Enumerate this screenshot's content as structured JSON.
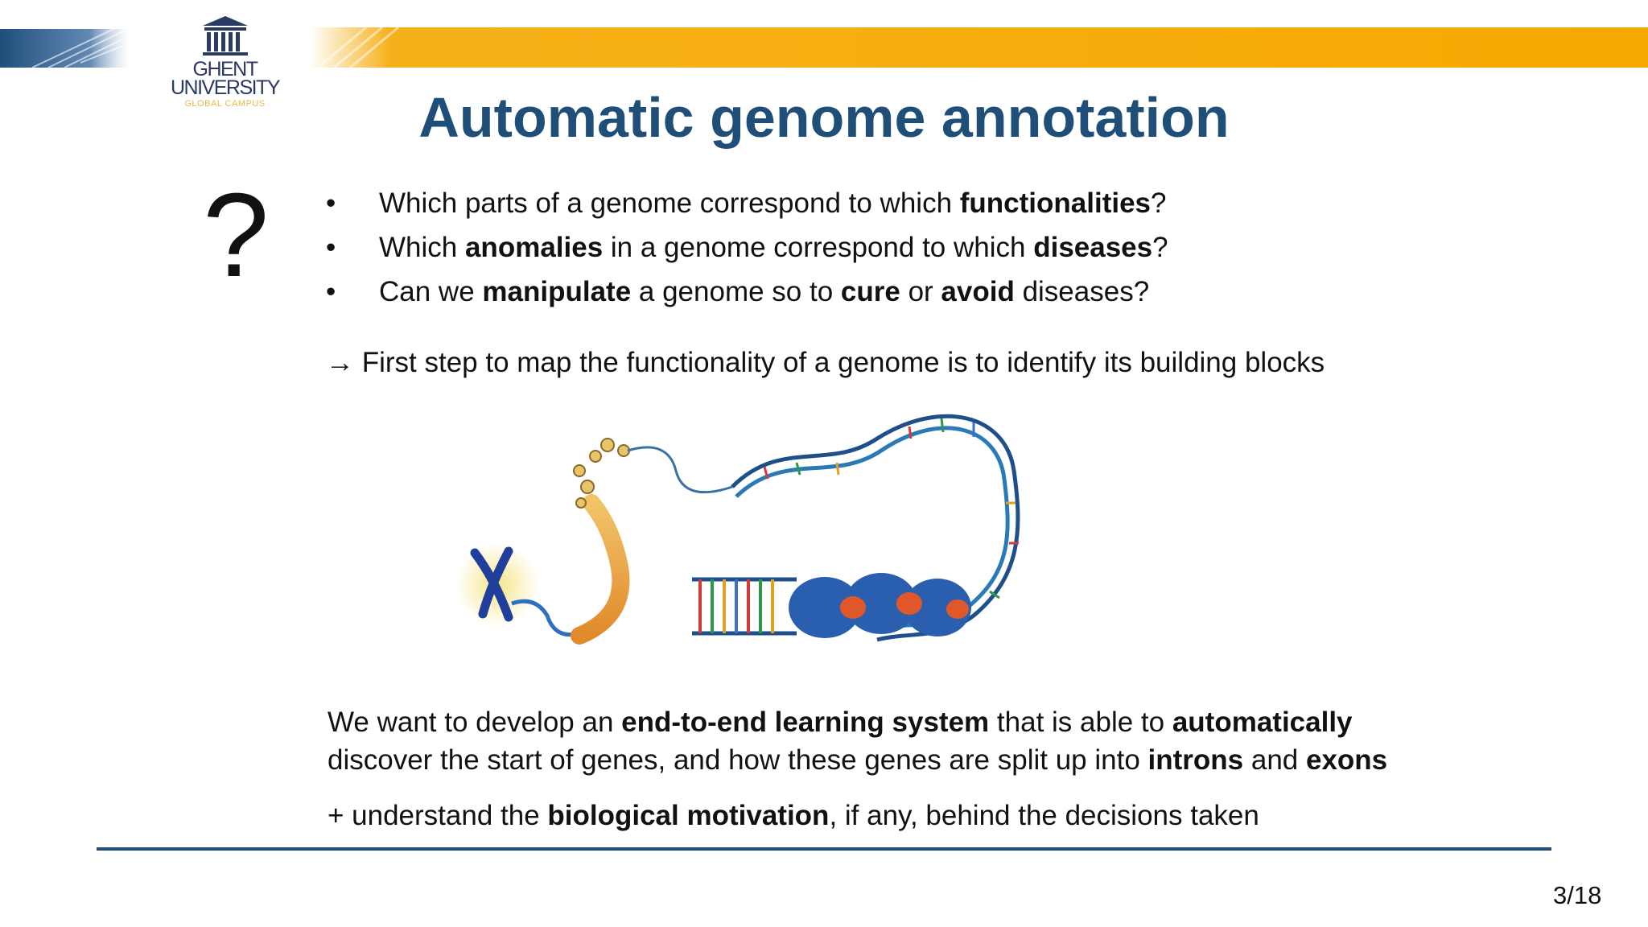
{
  "header": {
    "logo": {
      "line1": "GHENT",
      "line2": "UNIVERSITY",
      "line3": "GLOBAL CAMPUS",
      "icon": "university-building-icon"
    },
    "accent_color": "#f5a800",
    "brand_color": "#1f4e79"
  },
  "slide": {
    "title": "Automatic genome annotation",
    "question_mark": "?",
    "bullet_glyph": "•",
    "bullets": [
      [
        {
          "t": "Which parts of a genome correspond to which ",
          "b": false
        },
        {
          "t": "functionalities",
          "b": true
        },
        {
          "t": "?",
          "b": false
        }
      ],
      [
        {
          "t": "Which ",
          "b": false
        },
        {
          "t": "anomalies",
          "b": true
        },
        {
          "t": " in a genome correspond to which ",
          "b": false
        },
        {
          "t": "diseases",
          "b": true
        },
        {
          "t": "?",
          "b": false
        }
      ],
      [
        {
          "t": "Can we ",
          "b": false
        },
        {
          "t": "manipulate",
          "b": true
        },
        {
          "t": " a genome so to ",
          "b": false
        },
        {
          "t": "cure",
          "b": true
        },
        {
          "t": " or ",
          "b": false
        },
        {
          "t": "avoid",
          "b": true
        },
        {
          "t": " diseases?",
          "b": false
        }
      ]
    ],
    "arrow_line": [
      {
        "t": "→ First step to map the functionality of a genome is to identify its building blocks",
        "b": false
      }
    ],
    "dev_line1": [
      {
        "t": "We want to develop an ",
        "b": false
      },
      {
        "t": "end-to-end learning system",
        "b": true
      },
      {
        "t": " that is able to ",
        "b": false
      },
      {
        "t": "automatically",
        "b": true
      }
    ],
    "dev_line2": [
      {
        "t": "discover the start of genes, and how these genes are split up into ",
        "b": false
      },
      {
        "t": "introns",
        "b": true
      },
      {
        "t": " and ",
        "b": false
      },
      {
        "t": "exons",
        "b": true
      }
    ],
    "plus_line": [
      {
        "t": "+ understand the ",
        "b": false
      },
      {
        "t": "biological motivation",
        "b": true
      },
      {
        "t": ", if any, behind the decisions taken",
        "b": false
      }
    ],
    "figure": "chromosome-to-dna-illustration",
    "page_number": "3/18"
  }
}
